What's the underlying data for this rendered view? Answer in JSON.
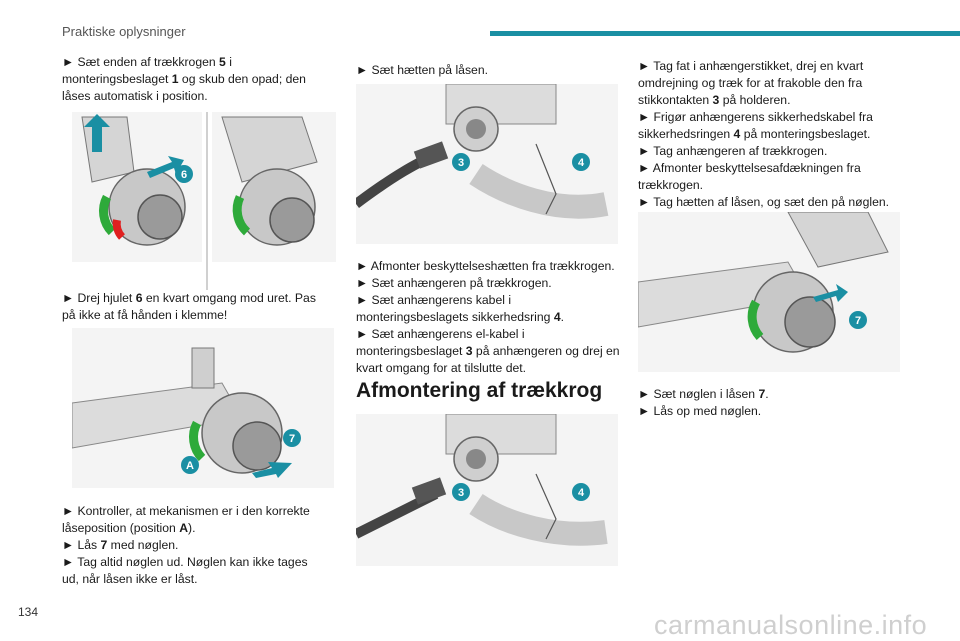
{
  "header": {
    "section_title": "Praktiske oplysninger",
    "accent_color": "#1a8fa3"
  },
  "page_number": "134",
  "watermark": "carmanualsonline.info",
  "col1": {
    "step1": {
      "a": "Sæt enden af trækkrogen ",
      "b": "5",
      "c": " i monteringsbeslaget ",
      "d": "1",
      "e": " og skub den opad; den låses automatisk i position."
    },
    "step2": {
      "a": "Drej hjulet ",
      "b": "6",
      "c": " en kvart omgang mod uret. Pas på ikke at få hånden i klemme!"
    },
    "step3": {
      "a": "Kontroller, at mekanismen er i den korrekte låseposition (position ",
      "b": "A",
      "c": ")."
    },
    "step4": {
      "a": "Lås ",
      "b": "7",
      "c": " med nøglen."
    },
    "step5": "Tag altid nøglen ud. Nøglen kan ikke tages ud, når låsen ikke er låst."
  },
  "col2": {
    "step1": "Sæt hætten på låsen.",
    "step2": "Afmonter beskyttelseshætten fra trækkrogen.",
    "step3": "Sæt anhængeren på trækkrogen.",
    "step4": {
      "a": "Sæt anhængerens kabel i monteringsbeslagets sikkerhedsring ",
      "b": "4",
      "c": "."
    },
    "step5": {
      "a": "Sæt anhængerens el-kabel i monteringsbeslaget ",
      "b": "3",
      "c": " på anhængeren og drej en kvart omgang for at tilslutte det."
    },
    "section_title": "Afmontering af trækkrog"
  },
  "col3": {
    "step1": {
      "a": "Tag fat i anhængerstikket, drej en kvart omdrejning og træk for at frakoble den fra stikkontakten ",
      "b": "3",
      "c": " på holderen."
    },
    "step2": {
      "a": "Frigør anhængerens sikkerhedskabel fra sikkerhedsringen ",
      "b": "4",
      "c": " på monteringsbeslaget."
    },
    "step3": "Tag anhængeren af trækkrogen.",
    "step4": "Afmonter beskyttelsesafdækningen fra trækkrogen.",
    "step5": "Tag hætten af låsen, og sæt den på nøglen.",
    "step6": {
      "a": "Sæt nøglen i låsen ",
      "b": "7",
      "c": "."
    },
    "step7": "Lås op med nøglen."
  },
  "figures": {
    "fig1_badge": "6",
    "fig2_badge_7": "7",
    "fig2_badge_a": "A",
    "fig3_badge_3": "3",
    "fig3_badge_4": "4",
    "fig4_badge_3": "3",
    "fig4_badge_4": "4",
    "fig5_badge": "7"
  }
}
